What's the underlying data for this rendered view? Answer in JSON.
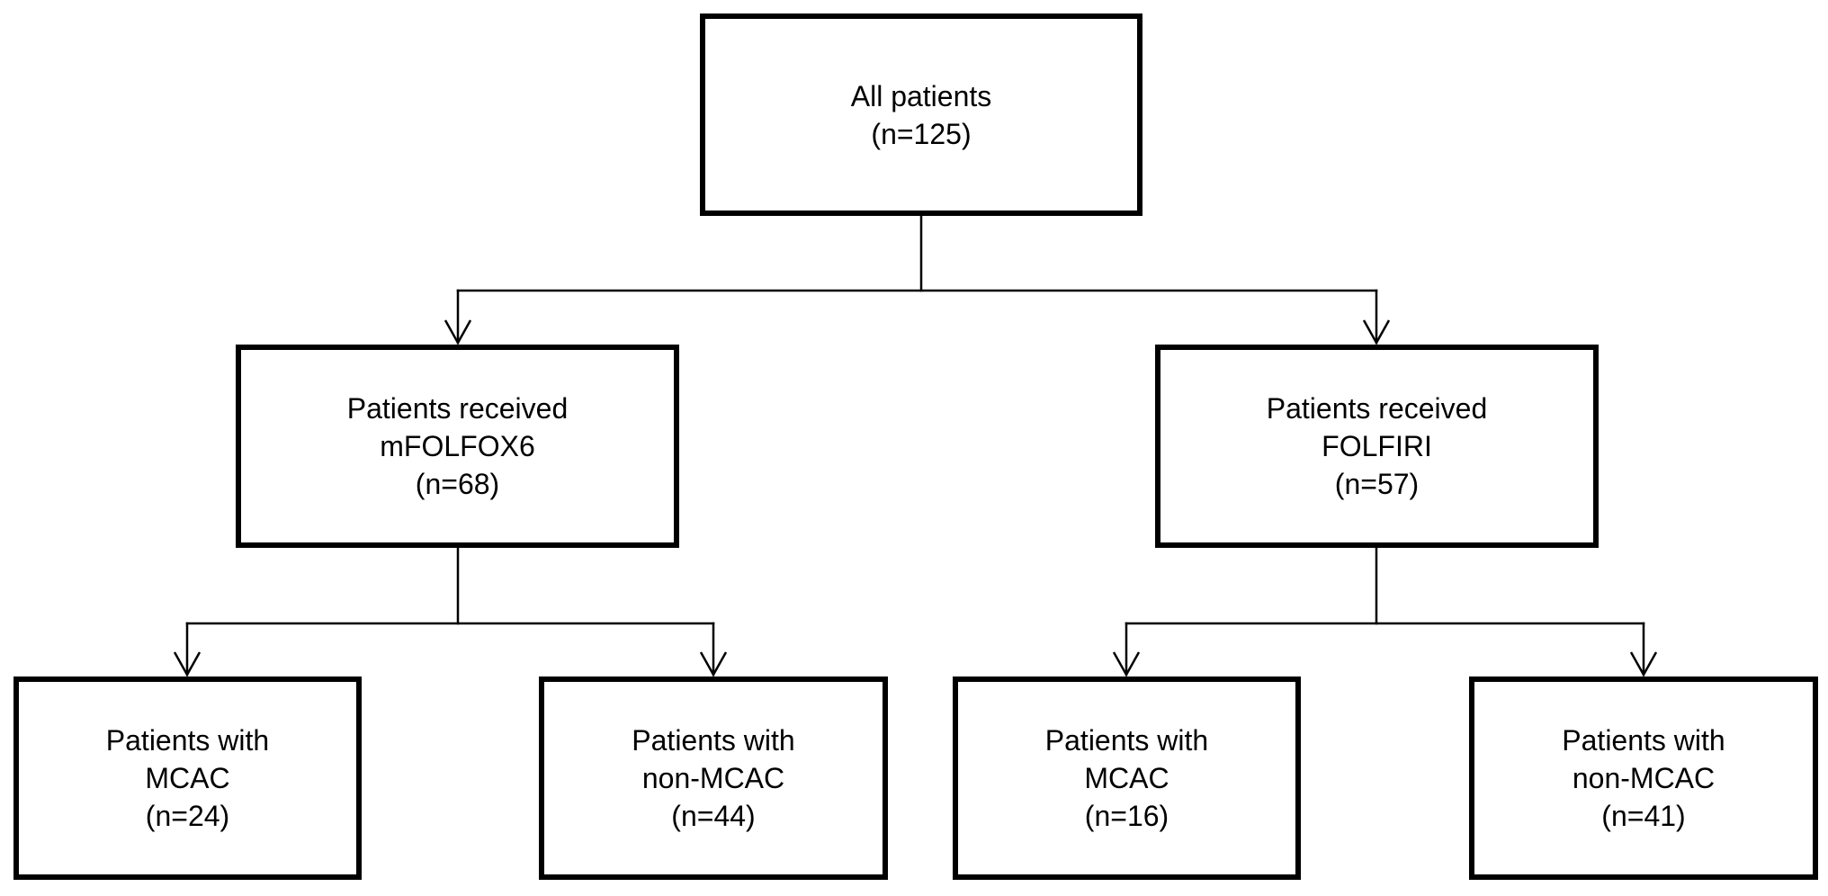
{
  "root": {
    "title": "All patients",
    "count": "(n=125)"
  },
  "groups": {
    "mfolfox6": {
      "line1": "Patients received",
      "line2": "mFOLFOX6",
      "count": "(n=68)"
    },
    "folfiri": {
      "line1": "Patients received",
      "line2": "FOLFIRI",
      "count": "(n=57)"
    }
  },
  "subgroups": {
    "mfolfox6_mcac": {
      "line1": "Patients with",
      "line2": "MCAC",
      "count": "(n=24)"
    },
    "mfolfox6_non_mcac": {
      "line1": "Patients with",
      "line2": "non-MCAC",
      "count": "(n=44)"
    },
    "folfiri_mcac": {
      "line1": "Patients with",
      "line2": "MCAC",
      "count": "(n=16)"
    },
    "folfiri_non_mcac": {
      "line1": "Patients with",
      "line2": "non-MCAC",
      "count": "(n=41)"
    }
  }
}
